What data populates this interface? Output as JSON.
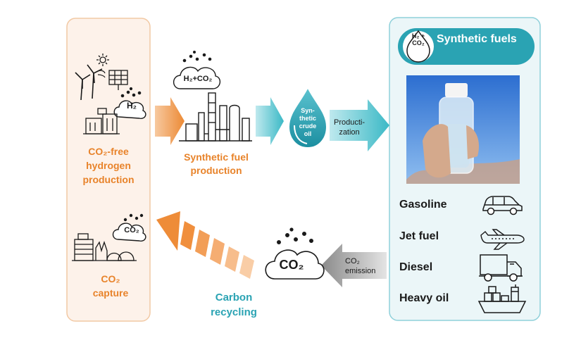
{
  "left_panel": {
    "h2_label": "H₂",
    "hydrogen_label": "CO₂-free hydrogen production",
    "co2_cloud_label": "CO₂",
    "capture_label": "CO₂ capture"
  },
  "middle": {
    "cloud_label": "H₂+CO₂",
    "factory_label": "Synthetic fuel production",
    "drop_label": "Syn-thetic crude oil",
    "productization_label": "Producti-zation",
    "co2_cloud_label": "CO₂",
    "emission_label": "CO₂ emission",
    "recycling_label": "Carbon recycling"
  },
  "right_panel": {
    "header_icon_text": "H₂ + CO₂",
    "header_title": "Synthetic fuels",
    "fuels": [
      "Gasoline",
      "Jet fuel",
      "Diesel",
      "Heavy oil"
    ]
  },
  "colors": {
    "orange": "#e8832a",
    "teal": "#2aa3b3",
    "left_panel_bg": "#fdf2ea",
    "right_panel_bg": "#ebf6f8"
  }
}
